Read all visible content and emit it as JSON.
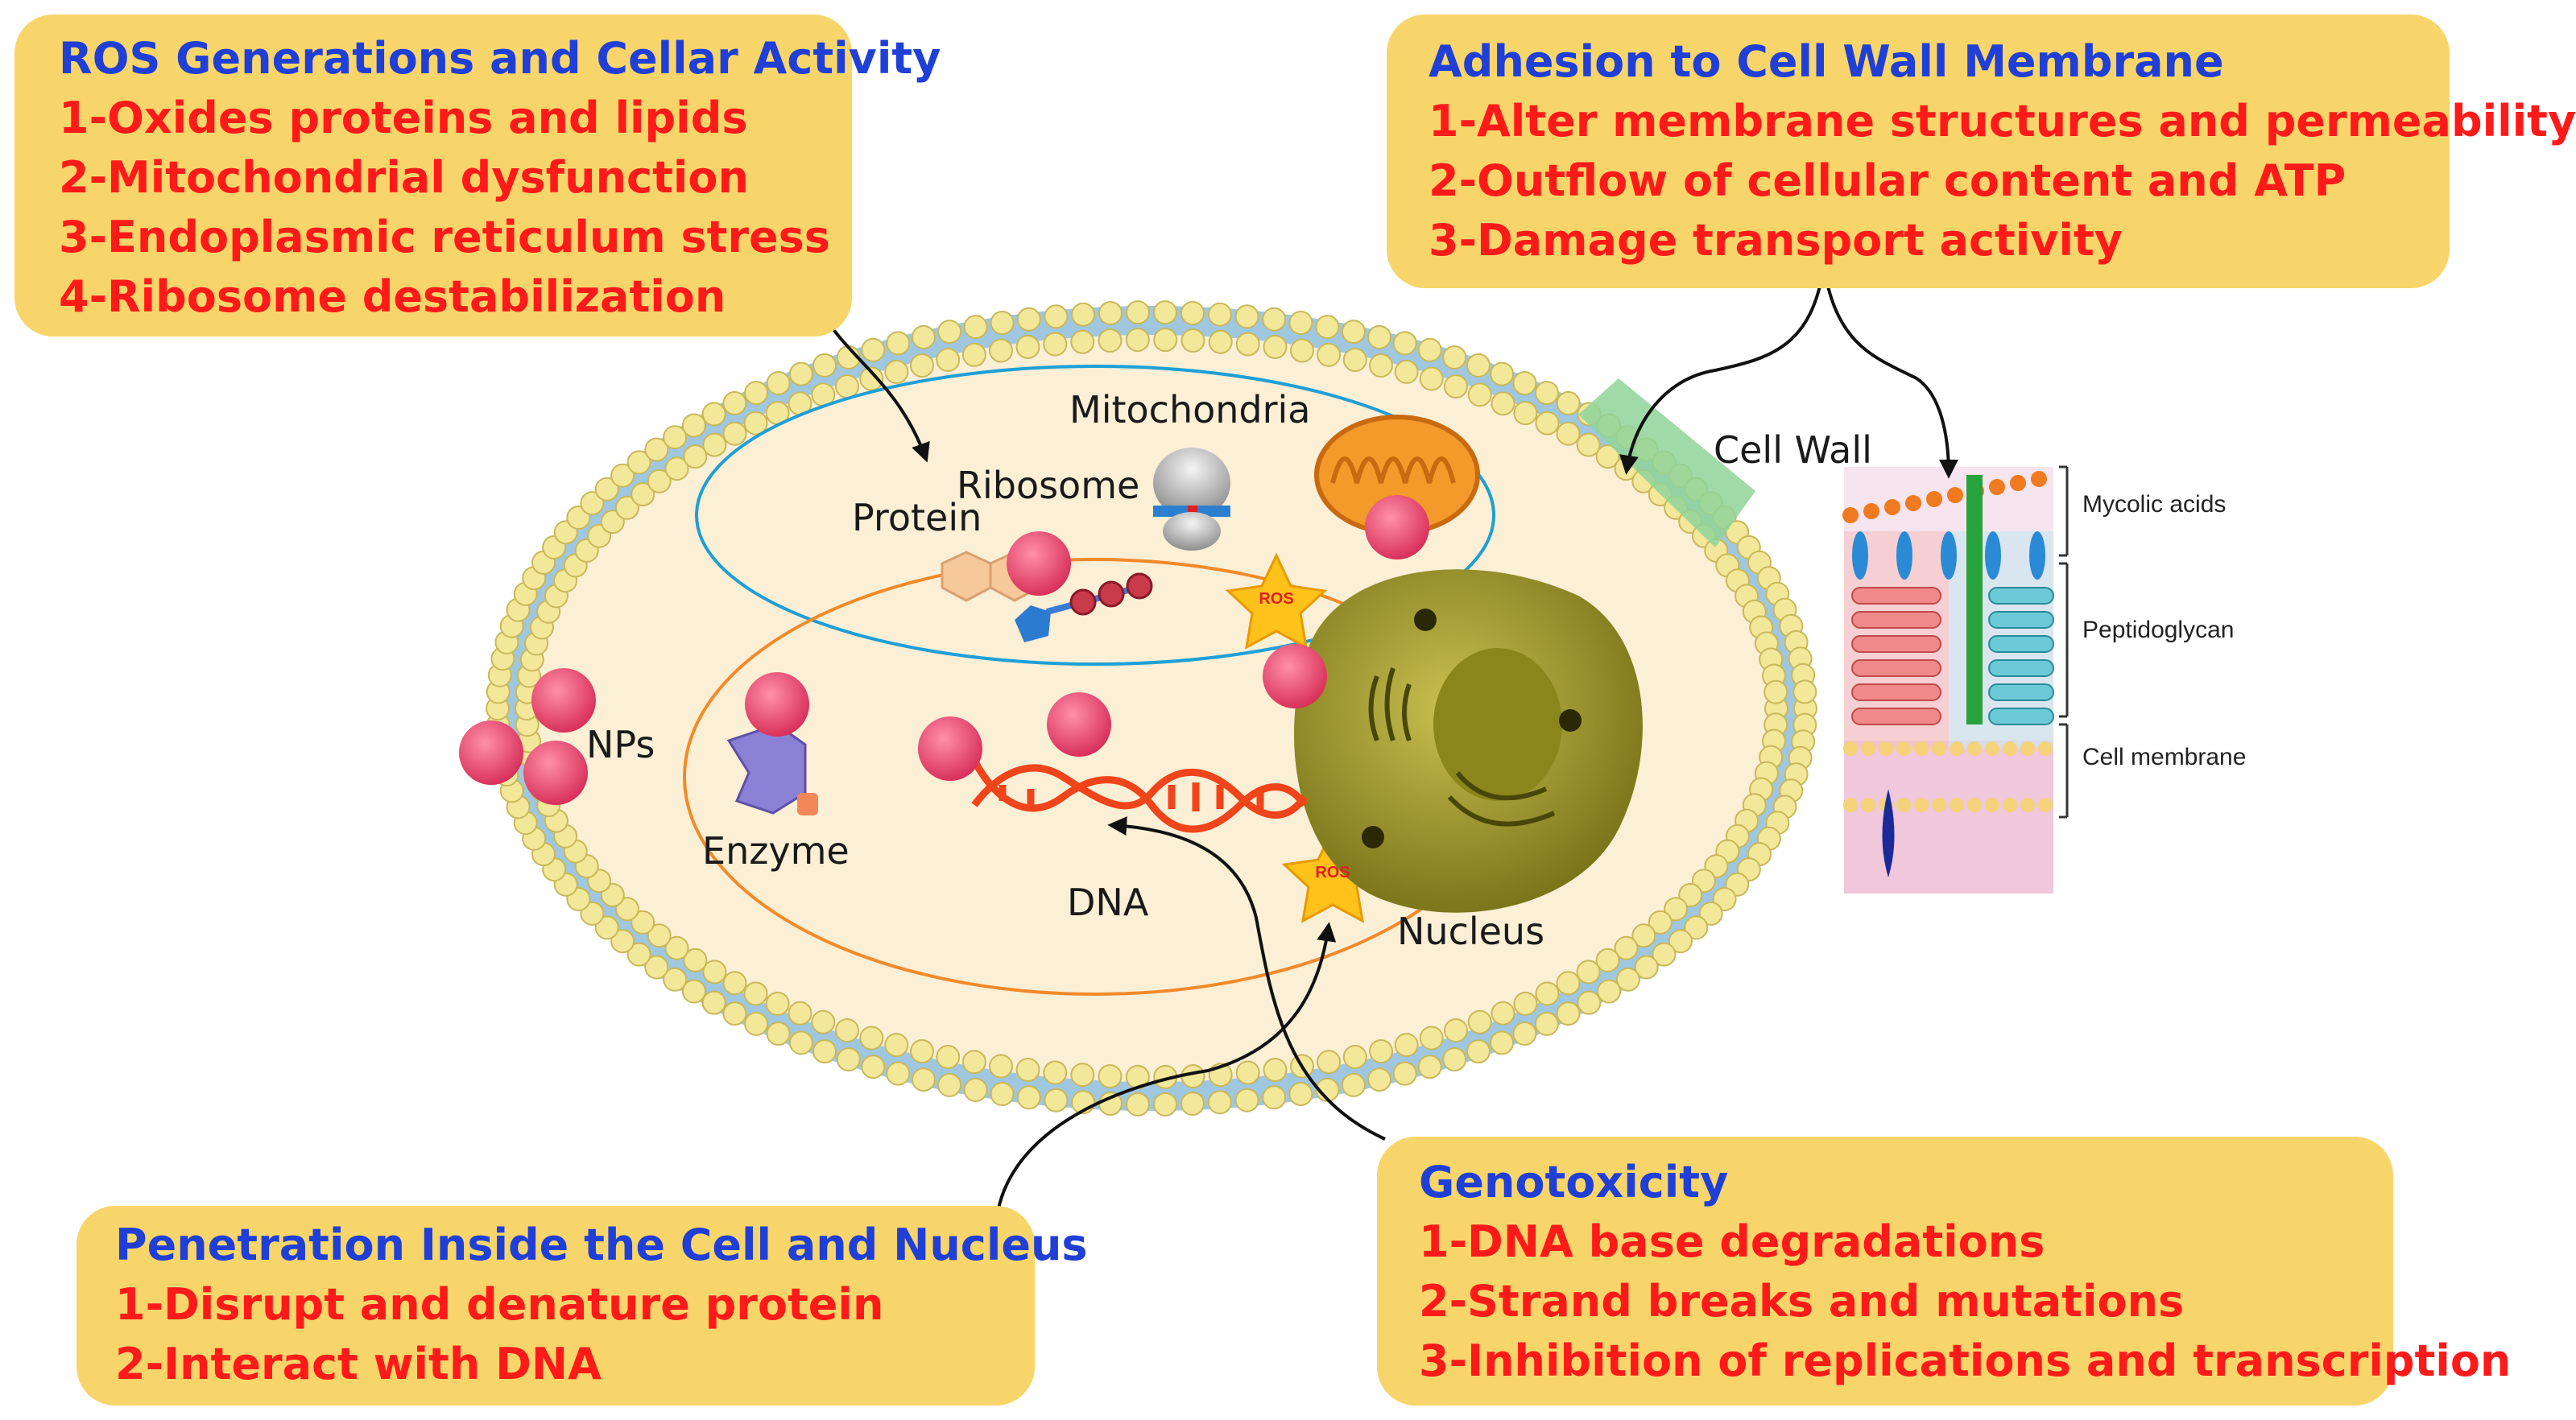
{
  "boxes": {
    "ros": {
      "title": "ROS Generations and Cellar Activity",
      "items": [
        "1-Oxides proteins and lipids",
        "2-Mitochondrial dysfunction",
        "3-Endoplasmic reticulum stress",
        "4-Ribosome destabilization"
      ]
    },
    "adhesion": {
      "title": "Adhesion to Cell Wall Membrane",
      "items": [
        "1-Alter membrane  structures and permeability",
        "2-Outflow of cellular content and ATP",
        "3-Damage transport activity"
      ]
    },
    "penetration": {
      "title": "Penetration Inside the Cell and Nucleus",
      "items": [
        "1-Disrupt and denature protein",
        "2-Interact with DNA"
      ]
    },
    "genotoxicity": {
      "title": "Genotoxicity",
      "items": [
        "1-DNA base degradations",
        "2-Strand breaks and mutations",
        "3-Inhibition of replications and transcription"
      ]
    }
  },
  "labels": {
    "mitochondria": "Mitochondria",
    "ribosome": "Ribosome",
    "protein": "Protein",
    "cell_wall": "Cell Wall",
    "nps": "NPs",
    "enzyme": "Enzyme",
    "dna": "DNA",
    "nucleus": "Nucleus",
    "ros_star_1": "ROS",
    "ros_star_2": "ROS"
  },
  "wall_layers": {
    "mycolic": "Mycolic acids",
    "peptidoglycan": "Peptidoglycan",
    "cell_membrane": "Cell membrane"
  },
  "colors": {
    "box_fill": "#f8d56b",
    "title_text": "#1f3fd6",
    "item_text": "#ff1a1a",
    "cytoplasm": "#fbefd6",
    "membrane_head": "#f3e79a",
    "membrane_tail": "#9fc7e0",
    "nanoparticle": "#e8476b",
    "nucleus": "#a9a12a",
    "mitochondria": "#f39a2a",
    "cell_wall_patch": "#8fd39a",
    "ring_blue": "#1e9fd6",
    "ring_orange": "#f28a2a"
  }
}
